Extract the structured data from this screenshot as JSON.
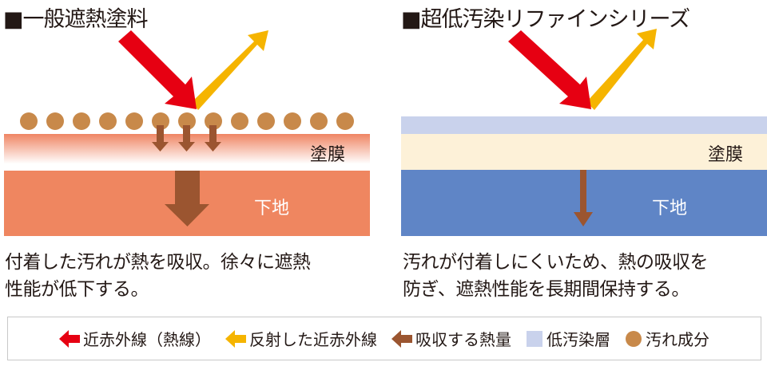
{
  "left_panel": {
    "title": "■一般遮熱塗料",
    "coating_label": "塗膜",
    "substrate_label": "下地",
    "description_line1": "付着した汚れが熱を吸収。徐々に遮熱",
    "description_line2": "性能が低下する。"
  },
  "right_panel": {
    "title": "■超低汚染リファインシリーズ",
    "coating_label": "塗膜",
    "substrate_label": "下地",
    "description_line1": "汚れが付着しにくいため、熱の吸収を",
    "description_line2": "防ぎ、遮熱性能を長期間保持する。"
  },
  "legend": {
    "items": [
      {
        "label": "近赤外線（熱線）",
        "icon": "red-arrow-icon"
      },
      {
        "label": "反射した近赤外線",
        "icon": "yellow-arrow-icon"
      },
      {
        "label": "吸収する熱量",
        "icon": "brown-arrow-icon"
      },
      {
        "label": "低汚染層",
        "icon": "lavender-square-icon"
      },
      {
        "label": "汚れ成分",
        "icon": "tan-circle-icon"
      }
    ]
  },
  "colors": {
    "red": "#e60012",
    "yellow": "#f5b400",
    "brown": "#9b5530",
    "dirt": "#c8894a",
    "substrate_left": "#ef8660",
    "substrate_right": "#5f85c6",
    "coating_right": "#fdf1d8",
    "low_stain_layer": "#c9d2ec"
  }
}
